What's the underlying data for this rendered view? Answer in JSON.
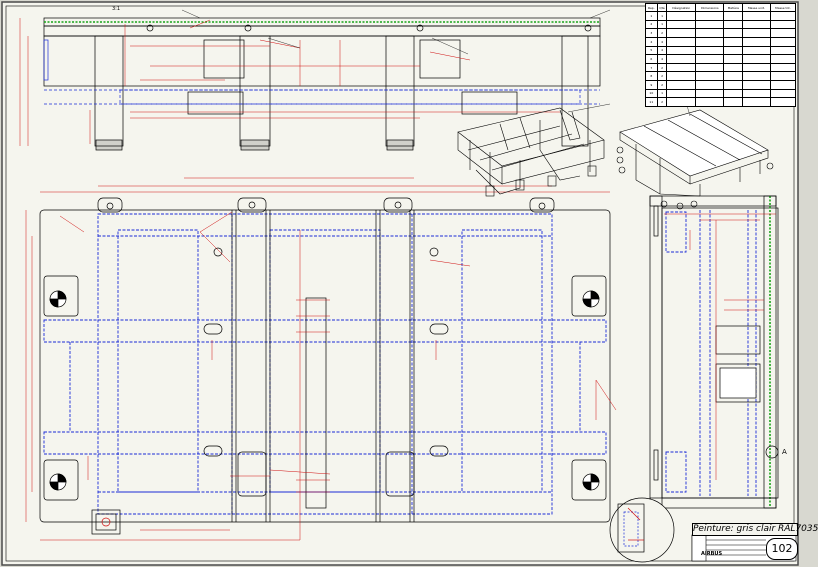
{
  "drawing": {
    "paint_note": "Peinture: gris clair RAL7035",
    "sheet_number": "102",
    "title_block_brand": "AIRBUS",
    "section_mark_top": "3:1",
    "section_mark_right": "A",
    "revision_label": "A"
  },
  "colors": {
    "paper": "#f5f5ee",
    "frame": "#4a4a4a",
    "steel_line": "#000000",
    "hidden_line": "#1a2bd6",
    "dimension_line": "#d01010",
    "weld_line": "#18a418",
    "border_bg": "#d8d8d0"
  },
  "part_table": {
    "headers": [
      "Rep.",
      "Qté",
      "Désignation",
      "Dimensions",
      "Matière",
      "Masse unit.",
      "Masse tot."
    ],
    "rows": [
      [
        "1",
        "1",
        "",
        "",
        "",
        "",
        ""
      ],
      [
        "2",
        "1",
        "",
        "",
        "",
        "",
        ""
      ],
      [
        "3",
        "2",
        "",
        "",
        "",
        "",
        ""
      ],
      [
        "4",
        "4",
        "",
        "",
        "",
        "",
        ""
      ],
      [
        "5",
        "4",
        "",
        "",
        "",
        "",
        ""
      ],
      [
        "6",
        "4",
        "",
        "",
        "",
        "",
        ""
      ],
      [
        "7",
        "2",
        "",
        "",
        "",
        "",
        ""
      ],
      [
        "8",
        "2",
        "",
        "",
        "",
        "",
        ""
      ],
      [
        "9",
        "2",
        "",
        "",
        "",
        "",
        ""
      ],
      [
        "10",
        "1",
        "",
        "",
        "",
        "",
        ""
      ],
      [
        "11",
        "2",
        "",
        "",
        "",
        "",
        ""
      ]
    ]
  }
}
